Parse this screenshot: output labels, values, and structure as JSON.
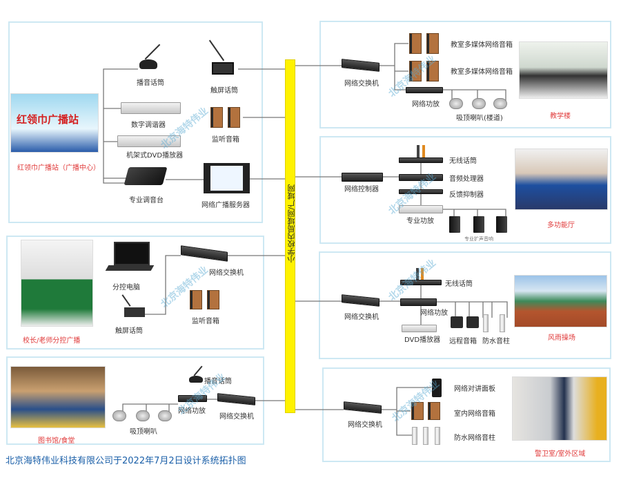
{
  "bus_label": "小学校内局域网/广域网",
  "footer": "北京海特伟业科技有限公司于2022年7月2日设计系统拓扑图",
  "watermark": "北京海特伟业",
  "colors": {
    "bus": "#fff200",
    "box_border": "#cde8f3",
    "location_label": "#e03a3a",
    "footer": "#1a5fa8",
    "line": "#777777"
  },
  "center": {
    "photo_title": "红领巾广播站",
    "location": "红领巾广播站（广播中心）",
    "broadcast_mic": "播音话筒",
    "touch_mic": "触屏话筒",
    "digital_tuner": "数字调谐器",
    "monitor_speaker": "监听音箱",
    "dvd": "机架式DVD播放器",
    "mixer": "专业调音台",
    "server": "网络广播服务器"
  },
  "principal": {
    "location": "校长/老师分控广播",
    "pc": "分控电脑",
    "touch_mic": "触屏话筒",
    "switch": "网络交换机",
    "monitor_speaker": "监听音箱"
  },
  "library": {
    "location": "图书馆/食堂",
    "mic": "播音话筒",
    "amp": "网络功放",
    "switch": "网络交换机",
    "ceiling": "吸顶喇叭"
  },
  "teaching": {
    "location": "教学楼",
    "switch": "网络交换机",
    "speaker1": "教室多媒体网络音箱",
    "speaker2": "教室多媒体网络音箱",
    "amp": "网络功放",
    "ceiling": "吸顶喇叭(楼道)"
  },
  "hall": {
    "location": "多功能厅",
    "controller": "网络控制器",
    "wireless_mic": "无线话筒",
    "processor": "音频处理器",
    "feedback": "反馈抑制器",
    "amp": "专业功放",
    "speakers": "专业扩声音响"
  },
  "gym": {
    "location": "风雨操场",
    "switch": "网络交换机",
    "wireless_mic": "无线话筒",
    "amp": "网络功放",
    "dvd": "DVD播放器",
    "horn": "远程音箱",
    "column": "防水音柱"
  },
  "guard": {
    "location": "警卫室/室外区域",
    "switch": "网络交换机",
    "panel": "网络对讲面板",
    "speaker": "室内网络音箱",
    "column": "防水网络音柱"
  }
}
